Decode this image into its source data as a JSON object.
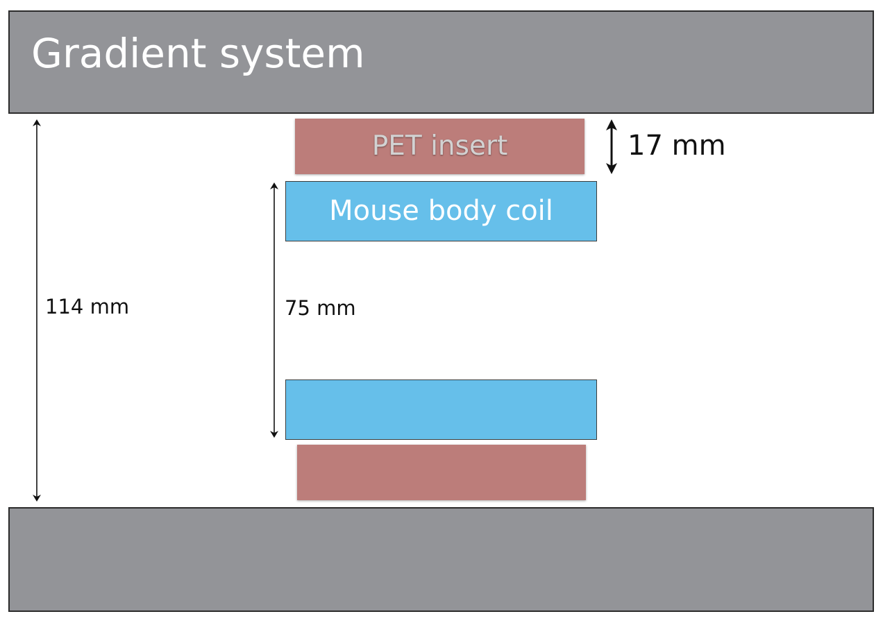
{
  "gradient_system": {
    "label": "Gradient system",
    "color": "#939498"
  },
  "pet_insert": {
    "label": "PET insert",
    "color": "#bc7d7a"
  },
  "mouse_body_coil": {
    "label": "Mouse body coil",
    "color": "#66bfea"
  },
  "dimensions": {
    "gradient_bore": "114 mm",
    "coil_bore": "75 mm",
    "pet_thickness": "17 mm"
  }
}
